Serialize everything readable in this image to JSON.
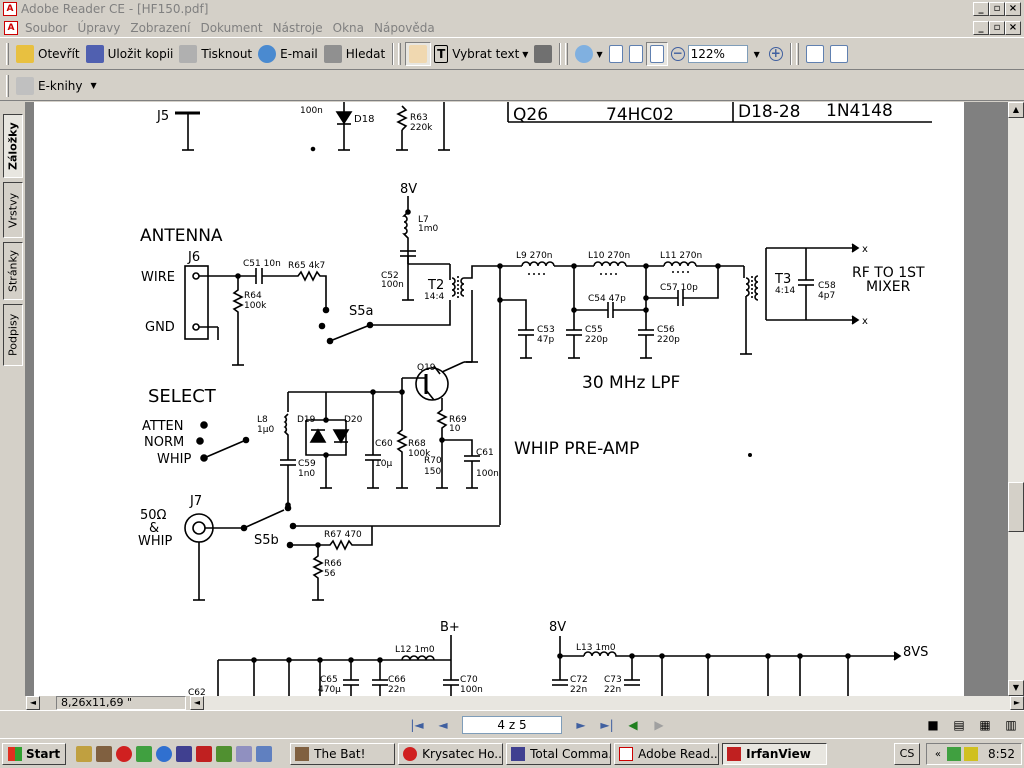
{
  "window": {
    "title": "Adobe Reader CE - [HF150.pdf]"
  },
  "menu": [
    "Soubor",
    "Úpravy",
    "Zobrazení",
    "Dokument",
    "Nástroje",
    "Okna",
    "Nápověda"
  ],
  "toolbar": {
    "open": "Otevřít",
    "save_copy": "Uložit kopii",
    "print": "Tisknout",
    "email": "E-mail",
    "search": "Hledat",
    "select_text": "Vybrat text",
    "zoom": "122%",
    "ebooks": "E-knihy"
  },
  "side_tabs": [
    "Záložky",
    "Vrstvy",
    "Stránky",
    "Podpisy"
  ],
  "status": {
    "page_size": "8,26x11,69 \"",
    "page_field": "4 z 5"
  },
  "taskbar": {
    "start": "Start",
    "tasks": [
      "The Bat!",
      "Krysatec Ho...",
      "Total Comma...",
      "Adobe Read...",
      "IrfanView"
    ],
    "lang": "CS",
    "clock": "8:52"
  },
  "schematic": {
    "labels": {
      "j5": "J5",
      "d18": "D18",
      "r63": "R63",
      "r63v": "220k",
      "n100top": "100n",
      "q26": "Q26",
      "hc02": "74HC02",
      "d1828": "D18-28",
      "in4148": "1N4148",
      "v8a": "8V",
      "l7": "L7",
      "l7v": "1m0",
      "c52": "C52",
      "c52v": "100n",
      "t2": "T2",
      "t2r": "14:4",
      "antenna": "ANTENNA",
      "j6": "J6",
      "wire": "WIRE",
      "gnd": "GND",
      "c51": "C51",
      "c51v": "10n",
      "r65": "R65",
      "r65v": "4k7",
      "r64": "R64",
      "r64v": "100k",
      "s5a": "S5a",
      "l9": "L9",
      "l9v": "270n",
      "l10": "L10",
      "l10v": "270n",
      "l11": "L11",
      "l11v": "270n",
      "c54": "C54",
      "c54v": "47p",
      "c57": "C57",
      "c57v": "10p",
      "c53": "C53",
      "c53v": "47p",
      "c55": "C55",
      "c55v": "220p",
      "c56": "C56",
      "c56v": "220p",
      "t3": "T3",
      "t3r": "4:14",
      "c58": "C58",
      "c58v": "4p7",
      "rf": "RF TO 1ST",
      "mixer": "MIXER",
      "x": "x",
      "lpf": "30 MHz LPF",
      "select": "SELECT",
      "atten": "ATTEN",
      "norm": "NORM",
      "whip": "WHIP",
      "q19": "Q19",
      "l8": "L8",
      "l8v": "1µ0",
      "d19": "D19",
      "d20": "D20",
      "c60": "C60",
      "c60v": "10µ",
      "r68": "R68",
      "r68v": "100k",
      "r69": "R69",
      "r69v": "10",
      "r70": "R70",
      "r70v": "150",
      "c61": "C61",
      "c61v": "100n",
      "c59": "C59",
      "c59v": "1n0",
      "whipamp": "WHIP PRE-AMP",
      "j7": "J7",
      "ohm50": "50Ω",
      "amp": "&",
      "whip2": "WHIP",
      "s5b": "S5b",
      "r67": "R67",
      "r67v": "470",
      "r66": "R66",
      "r66v": "56",
      "bplus": "B+",
      "v8b": "8V",
      "l12": "L12",
      "l12v": "1m0",
      "l13": "L13",
      "l13v": "1m0",
      "c65": "C65",
      "c65v": "470µ",
      "c66": "C66",
      "c66v": "22n",
      "c70": "C70",
      "c70v": "100n",
      "c72": "C72",
      "c72v": "22n",
      "c73": "C73",
      "c73v": "22n",
      "c62": "C62",
      "v8s": "8VS"
    }
  }
}
